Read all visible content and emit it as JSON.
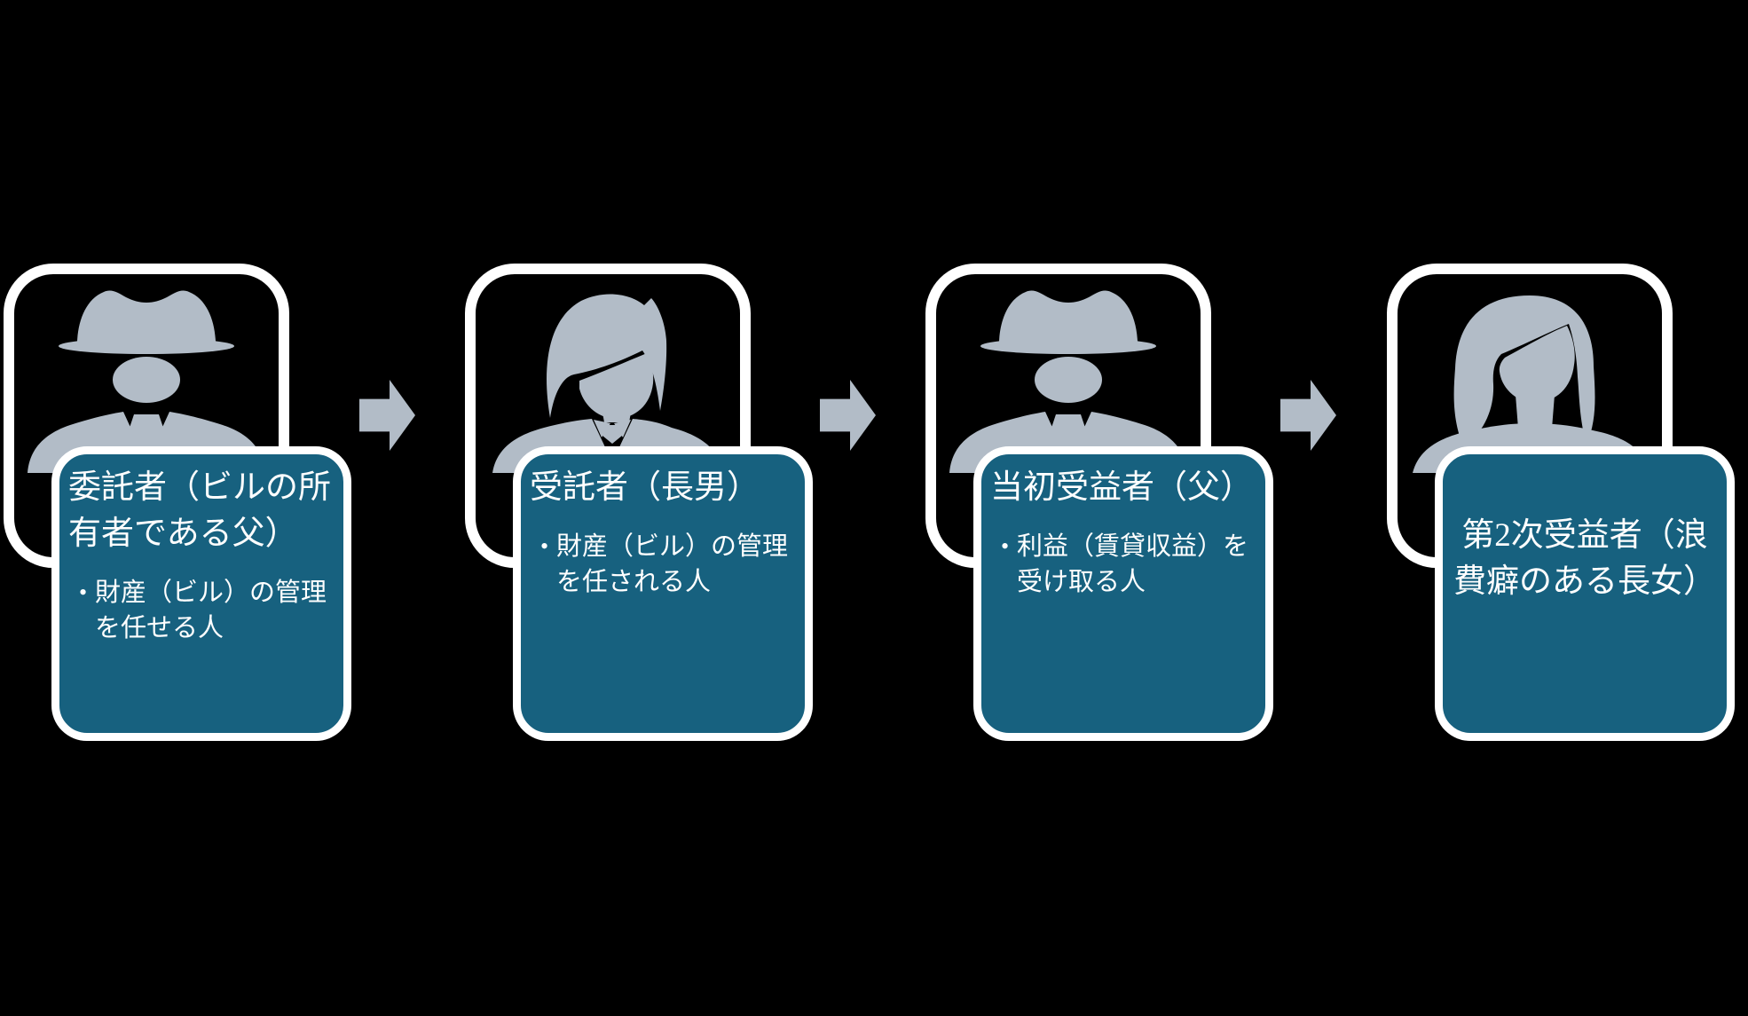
{
  "diagram": {
    "colors": {
      "background": "#000000",
      "box_fill": "#17617f",
      "box_border": "#ffffff",
      "icon": "#b2bcc7",
      "arrow": "#b2bcc7",
      "text": "#ffffff"
    },
    "groups": [
      {
        "icon": "detective-icon",
        "title": "委託者（ビルの所有者である父）",
        "bullet": "財産（ビル）の管理を任せる人"
      },
      {
        "icon": "man-icon",
        "title": "受託者（長男）",
        "bullet": "財産（ビル）の管理を任される人"
      },
      {
        "icon": "detective-icon",
        "title": "当初受益者（父）",
        "bullet": "利益（賃貸収益）を受け取る人"
      },
      {
        "icon": "woman-icon",
        "title": "第2次受益者（浪費癖のある長女）"
      }
    ],
    "arrows": [
      {
        "icon": "right-arrow-icon"
      },
      {
        "icon": "right-arrow-icon"
      },
      {
        "icon": "right-arrow-icon"
      }
    ]
  }
}
